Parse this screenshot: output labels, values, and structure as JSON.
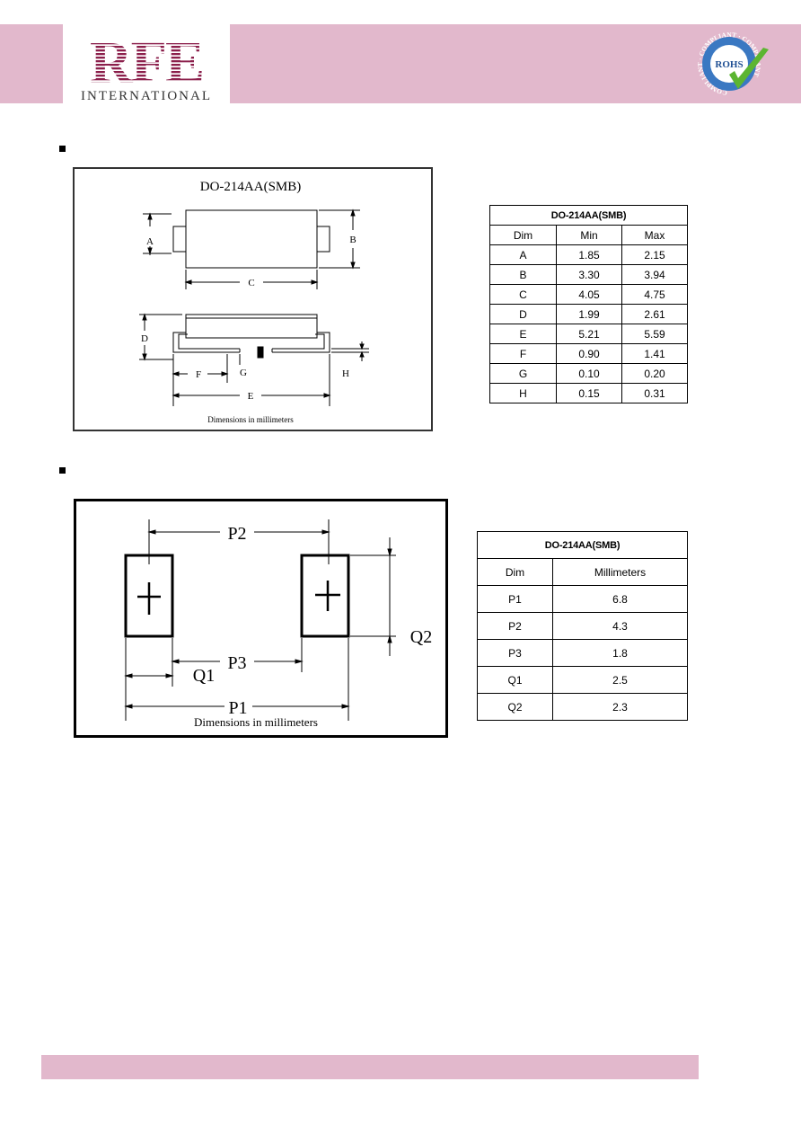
{
  "header": {
    "logo_letters": "RFE",
    "logo_subtitle": "INTERNATIONAL",
    "rohs_badge": "ROHS",
    "rohs_ring_text": "COMPLIANT · COMPLIANT · COMPLIANT",
    "band_color": "#e2b8cc",
    "logo_color": "#8b1f4b"
  },
  "outline_drawing": {
    "package_title": "DO-214AA(SMB)",
    "labels": {
      "a": "A",
      "b": "B",
      "c": "C",
      "d": "D",
      "e": "E",
      "f": "F",
      "g": "G",
      "h": "H"
    },
    "caption": "Dimensions in millimeters"
  },
  "outline_table": {
    "title": "DO-214AA(SMB)",
    "headers": [
      "Dim",
      "Min",
      "Max"
    ],
    "rows": [
      [
        "A",
        "1.85",
        "2.15"
      ],
      [
        "B",
        "3.30",
        "3.94"
      ],
      [
        "C",
        "4.05",
        "4.75"
      ],
      [
        "D",
        "1.99",
        "2.61"
      ],
      [
        "E",
        "5.21",
        "5.59"
      ],
      [
        "F",
        "0.90",
        "1.41"
      ],
      [
        "G",
        "0.10",
        "0.20"
      ],
      [
        "H",
        "0.15",
        "0.31"
      ]
    ]
  },
  "pad_drawing": {
    "labels": {
      "p1": "P1",
      "p2": "P2",
      "p3": "P3",
      "q1": "Q1",
      "q2": "Q2"
    },
    "caption": "Dimensions in millimeters"
  },
  "pad_table": {
    "title": "DO-214AA(SMB)",
    "headers": [
      "Dim",
      "Millimeters"
    ],
    "rows": [
      [
        "P1",
        "6.8"
      ],
      [
        "P2",
        "4.3"
      ],
      [
        "P3",
        "1.8"
      ],
      [
        "Q1",
        "2.5"
      ],
      [
        "Q2",
        "2.3"
      ]
    ]
  }
}
